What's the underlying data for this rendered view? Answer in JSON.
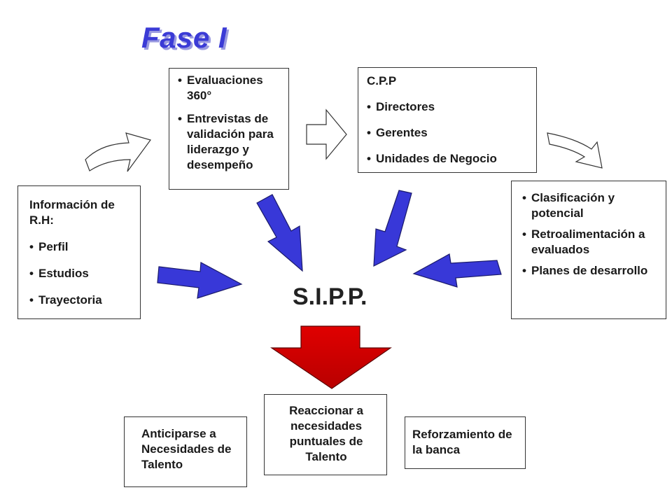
{
  "title": "Fase I",
  "hr_info": {
    "heading": "Información de R.H:",
    "items": [
      "Perfil",
      "Estudios",
      "Trayectoria"
    ]
  },
  "evaluations": {
    "items": [
      "Evaluaciones 360°",
      "Entrevistas de validación para liderazgo y desempeño"
    ]
  },
  "cpp": {
    "heading": "C.P.P",
    "items": [
      "Directores",
      "Gerentes",
      "Unidades de Negocio"
    ]
  },
  "classification": {
    "items": [
      "Clasificación y potencial",
      "Retroalimentación a evaluados",
      "Planes de desarrollo"
    ]
  },
  "center": "S.I.P.P.",
  "outcomes": {
    "anticipate": "Anticiparse a Necesidades de Talento",
    "react": "Reaccionar a necesidades puntuales de Talento",
    "reinforce": "Reforzamiento de la banca"
  },
  "colors": {
    "title": "#3b3bd6",
    "blue_arrow": "#3838d8",
    "red_arrow": "#cc0000"
  }
}
